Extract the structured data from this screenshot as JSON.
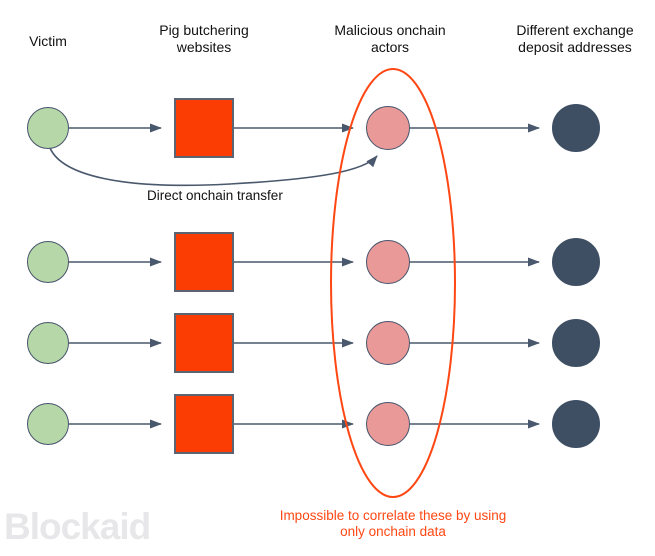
{
  "colors": {
    "victim-fill": "#b6d7a8",
    "actor-fill": "#ea9999",
    "exchange-fill": "#3e4f63",
    "website-fill": "#fc3d03",
    "website-border": "#5a6472",
    "node-border": "#46536a",
    "connector": "#4a586d",
    "highlight": "#ff4713",
    "text": "#111111",
    "watermark": "#e7e7e9"
  },
  "columns": [
    {
      "label": "Victim"
    },
    {
      "label": "Pig butchering websites"
    },
    {
      "label": "Malicious onchain actors"
    },
    {
      "label": "Different exchange deposit addresses"
    }
  ],
  "annotations": {
    "direct_transfer": "Direct onchain transfer",
    "correlation_note": "Impossible to correlate these by using only onchain data"
  },
  "watermark": "Blockaid",
  "row_count": 4
}
